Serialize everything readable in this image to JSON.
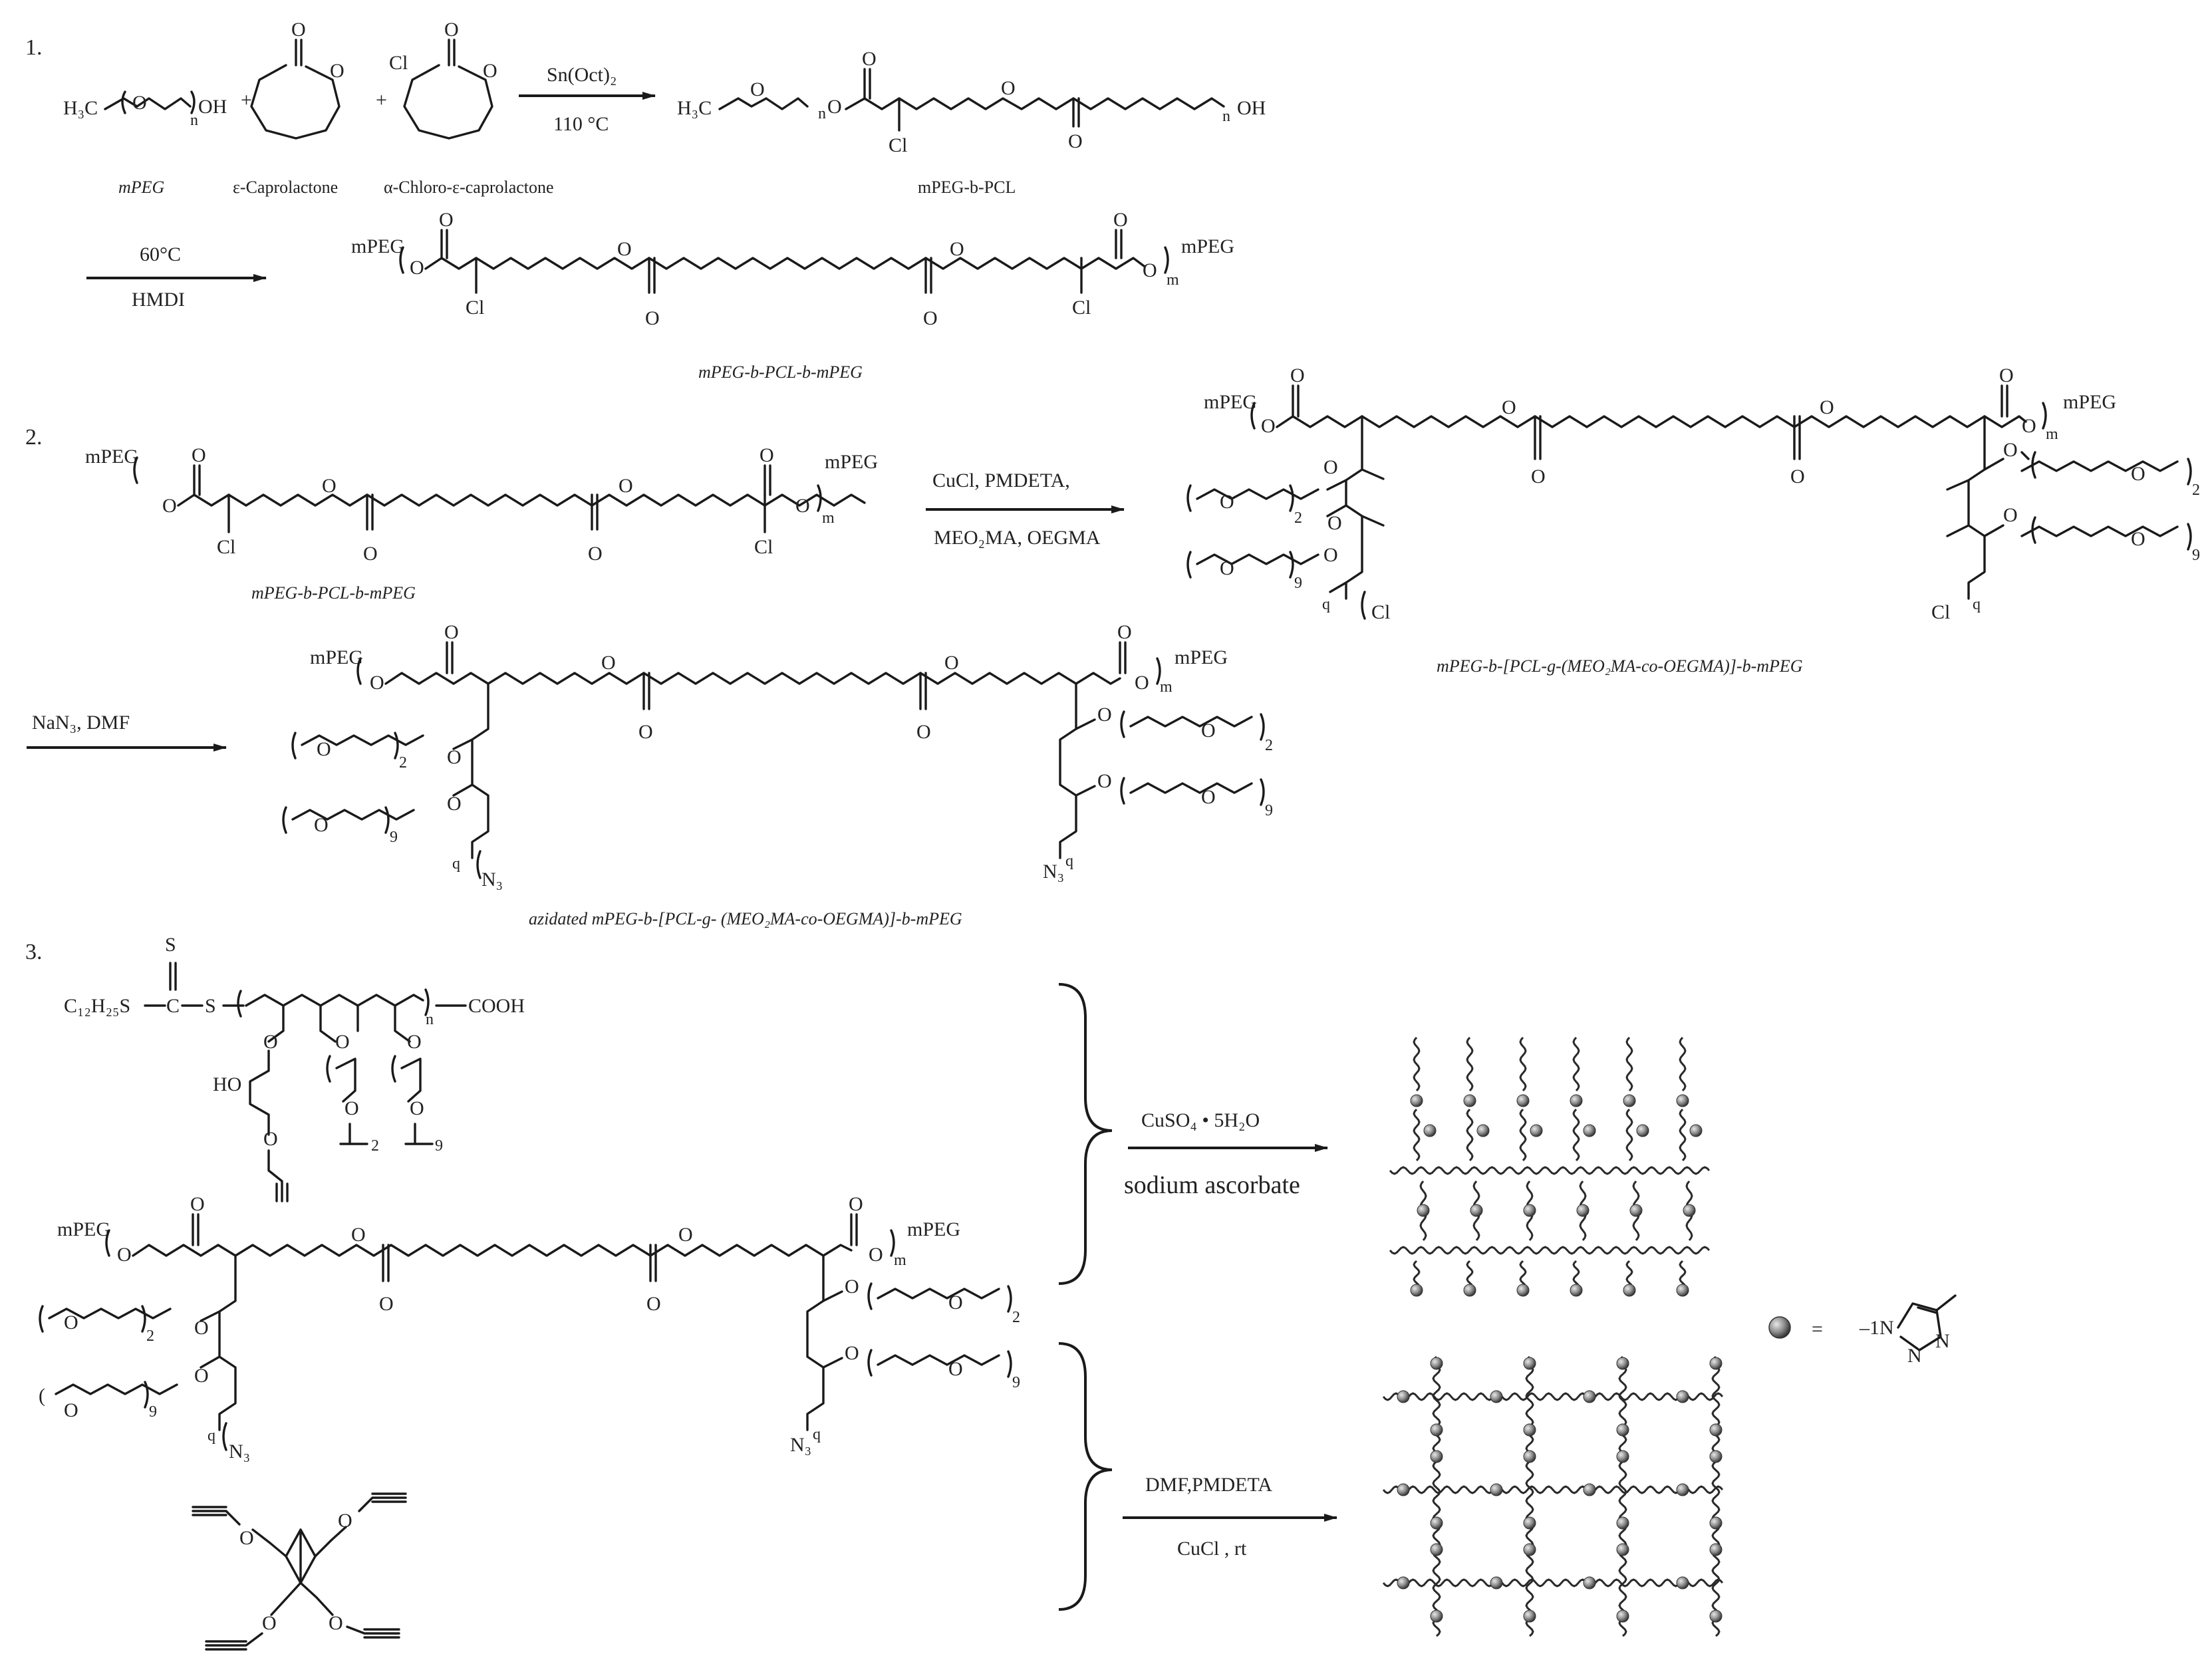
{
  "steps": {
    "s1": "1.",
    "s2": "2.",
    "s3": "3."
  },
  "atoms": {
    "h3c": "H₃C",
    "oh": "OH",
    "o": "O",
    "cl": "Cl",
    "n": "n",
    "m": "m",
    "q": "q",
    "two": "2",
    "nine": "9",
    "mpeg": "mPEG",
    "n3": "N₃",
    "s": "S",
    "c12h25s": "C₁₂H₂₅S",
    "c": "C",
    "cooh": "COOH",
    "ho": "HO",
    "n_atom": "N",
    "imid_n1": "–1N",
    "imid_n2": "N",
    "imid_n3": "N"
  },
  "reagents": {
    "r1_top": "Sn(Oct)₂",
    "r1_bottom": "110 °C",
    "r2_top": "60°C",
    "r2_bottom": "HMDI",
    "r3_top": "CuCl, PMDETA,",
    "r3_bottom": "MEO₂MA, OEGMA",
    "r4_top": "NaN₃, DMF",
    "r5_top": "CuSO₄ • 5H₂O",
    "r5_bottom": "sodium ascorbate",
    "r6_top": "DMF,PMDETA",
    "r6_bottom": "CuCl , rt"
  },
  "captions": {
    "mpeg": "mPEG",
    "caprolactone": "ε-Caprolactone",
    "chloro_caprolactone": "α-Chloro-ε-caprolactone",
    "mpeg_b_pcl": "mPEG-b-PCL",
    "mpeg_b_pcl_b_mpeg": "mPEG-b-PCL-b-mPEG",
    "mpeg_b_pcl_b_mpeg_2": "mPEG-b-PCL-b-mPEG",
    "graft": "mPEG-b-[PCL-g-(MEO₂MA-co-OEGMA)]-b-mPEG",
    "azidated": "azidated  mPEG-b-[PCL-g- (MEO₂MA-co-OEGMA)]-b-mPEG"
  },
  "legend": {
    "equals": "="
  },
  "colors": {
    "ink": "#1a1a1a",
    "bead_dark": "#3a3a3a",
    "bead_light": "#d8d8d8",
    "background": "#ffffff"
  }
}
